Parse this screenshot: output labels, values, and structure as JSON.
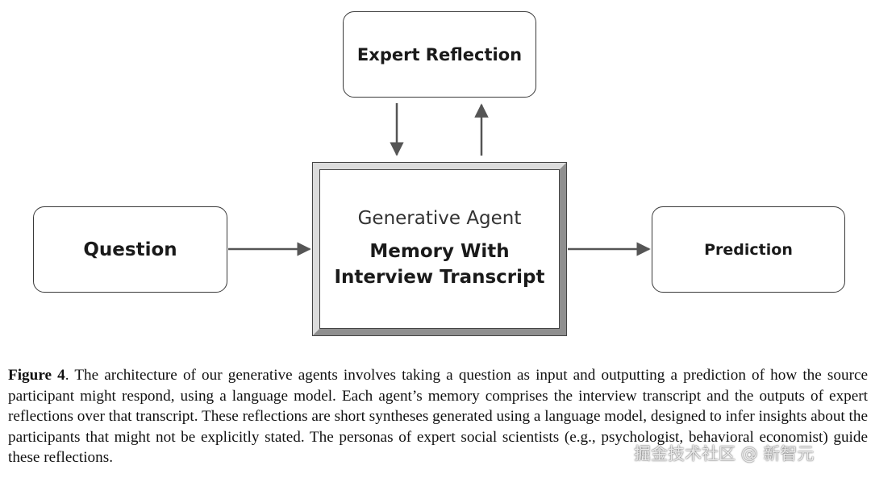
{
  "diagram": {
    "reflection_label": "Expert Reflection",
    "question_label": "Question",
    "prediction_label": "Prediction",
    "agent_title": "Generative Agent",
    "agent_subtitle_line1": "Memory With",
    "agent_subtitle_line2": "Interview Transcript"
  },
  "caption": {
    "figure_label": "Figure 4",
    "text": ". The architecture of our generative agents involves taking a question as input and outputting a prediction of how the source participant might respond, using a language model. Each agent’s memory comprises the interview transcript and the outputs of expert reflections over that transcript. These reflections are short syntheses generated using a language model, designed to infer insights about the participants that might not be explicitly stated. The personas of expert social scientists (e.g., psychologist, behavioral economist) guide these reflections."
  },
  "watermark": {
    "text": "掘金技术社区 @ 新智元"
  }
}
